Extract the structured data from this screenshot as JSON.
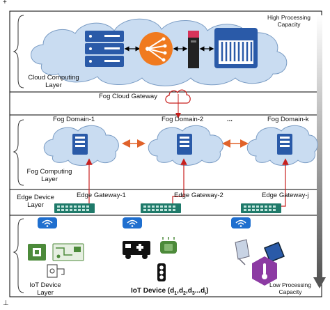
{
  "corner_marks": {
    "top": "+",
    "bottom": "⊥"
  },
  "labels": {
    "high_capacity": "High Processing\nCapacity",
    "cloud_layer": "Cloud Computing\nLayer",
    "fog_cloud_gateway": "Fog Cloud Gateway",
    "fog_domain_1": "Fog Domain-1",
    "fog_domain_2": "Fog Domain-2",
    "fog_domain_dots": "...",
    "fog_domain_k": "Fog Domain-k",
    "fog_layer": "Fog Computing\nLayer",
    "edge_layer": "Edge Device\nLayer",
    "edge_gateway_1": "Edge Gateway-1",
    "edge_gateway_2": "Edge Gateway-2",
    "edge_gateway_j": "Edge Gateway-j",
    "iot_layer": "IoT  Device\nLayer",
    "iot_devices_prefix": "IoT Device (d",
    "low_capacity": "Low Processing\nCapacity"
  },
  "iot_device_formula": {
    "prefix": "IoT Device (d",
    "subs": [
      "1",
      "2",
      "3",
      "i"
    ],
    "sep": ",",
    "dots": "...",
    "suffix": ")"
  },
  "colors": {
    "cloud_fill": "#c9dcf1",
    "cloud_stroke": "#7a9cc4",
    "server_blue": "#2a5aa8",
    "router_orange": "#f07a1f",
    "firewall_dark": "#222222",
    "firewall_red": "#d6335a",
    "gateway_teal": "#1f7a6a",
    "wifi_blue": "#1f6fcf",
    "link_red": "#c8201e",
    "peer_orange": "#e0622a",
    "gradient_arrow": "#555555",
    "chip_green": "#4c8a3a",
    "thermo_purple": "#8c3aa3"
  },
  "icons": [
    "server-stack-icon",
    "router-icon",
    "firewall-icon",
    "server-rack-icon",
    "fog-cloud-icon",
    "fog-server-icon",
    "switch-icon",
    "wifi-icon",
    "ambulance-icon",
    "chip-icon",
    "circuit-board-icon",
    "traffic-light-icon",
    "robot-arm-icon",
    "solar-panel-icon",
    "tablet-icon",
    "thermometer-icon",
    "sensor-icon"
  ]
}
